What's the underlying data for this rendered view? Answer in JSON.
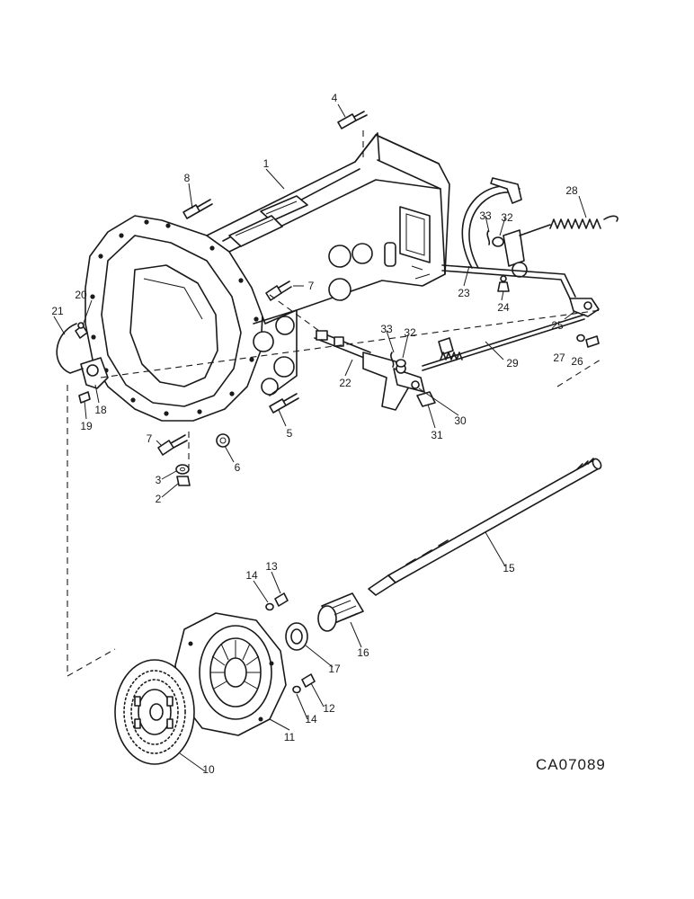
{
  "drawing_code": "CA07089",
  "callouts": [
    "1",
    "2",
    "3",
    "4",
    "5",
    "6",
    "7",
    "7",
    "8",
    "10",
    "11",
    "12",
    "13",
    "14",
    "14",
    "15",
    "16",
    "17",
    "18",
    "19",
    "20",
    "21",
    "22",
    "23",
    "24",
    "25",
    "26",
    "27",
    "28",
    "29",
    "30",
    "31",
    "32",
    "32",
    "33",
    "33"
  ],
  "parts": [
    {
      "icon": "clutch-housing-icon"
    },
    {
      "icon": "clutch-pedal-icon"
    },
    {
      "icon": "return-spring-icon"
    },
    {
      "icon": "pedal-linkage-rod-icon"
    },
    {
      "icon": "release-lever-icon"
    },
    {
      "icon": "input-shaft-icon"
    },
    {
      "icon": "release-bearing-carrier-icon"
    },
    {
      "icon": "release-bearing-icon"
    },
    {
      "icon": "pressure-plate-icon"
    },
    {
      "icon": "clutch-disc-icon"
    },
    {
      "icon": "bolt-icon"
    },
    {
      "icon": "nut-icon"
    },
    {
      "icon": "washer-icon"
    },
    {
      "icon": "grease-fitting-icon"
    },
    {
      "icon": "wire-clip-icon"
    }
  ],
  "colors": {
    "line": "#1a1a1a",
    "background": "#ffffff"
  }
}
